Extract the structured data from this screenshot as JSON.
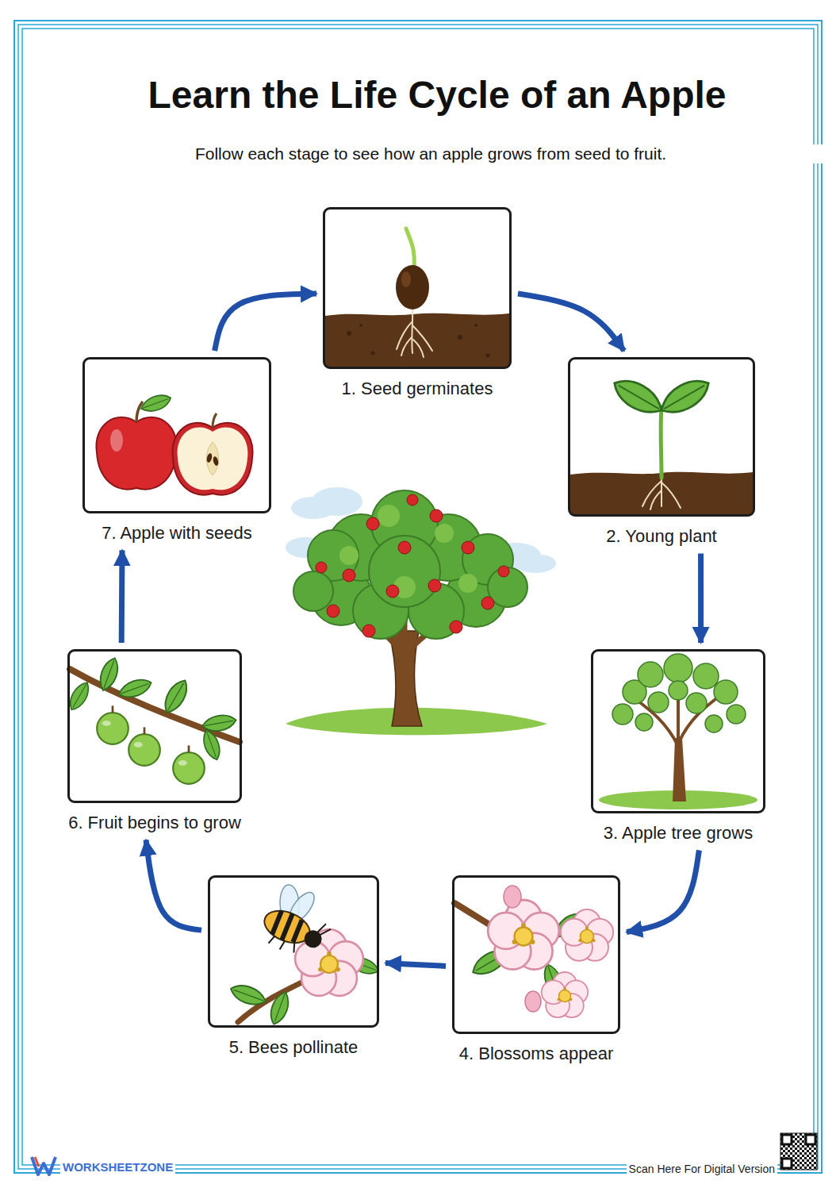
{
  "diagram": {
    "title": "Learn the Life Cycle of an Apple",
    "nodes": [
      {
        "text": [
          "1. Seed germinates"
        ]
      },
      {
        "text": [
          "2. Young plant"
        ]
      },
      {
        "text": [
          "3. Apple tree grows"
        ]
      },
      {
        "text": [
          "4. Blossoms appear"
        ]
      },
      {
        "text": [
          "5. Bees pollinate"
        ]
      },
      {
        "text": [
          "6. Fruit begins to grow"
        ]
      },
      {
        "text": [
          "7. Apple with seeds"
        ]
      }
    ],
    "edges": [
      {
        "from": 0,
        "to": 1,
        "arrow": "to"
      },
      {
        "from": 1,
        "to": 2,
        "arrow": "to"
      },
      {
        "from": 2,
        "to": 3,
        "arrow": "to"
      },
      {
        "from": 3,
        "to": 4,
        "arrow": "to"
      },
      {
        "from": 4,
        "to": 5,
        "arrow": "to"
      },
      {
        "from": 5,
        "to": 6,
        "arrow": "to"
      },
      {
        "from": 6,
        "to": 0,
        "arrow": "to"
      }
    ],
    "labels": [
      "Follow each stage to see how an apple grows from seed to fruit.",
      "WORKSHEETZONE",
      "Scan Here For Digital Version"
    ]
  }
}
